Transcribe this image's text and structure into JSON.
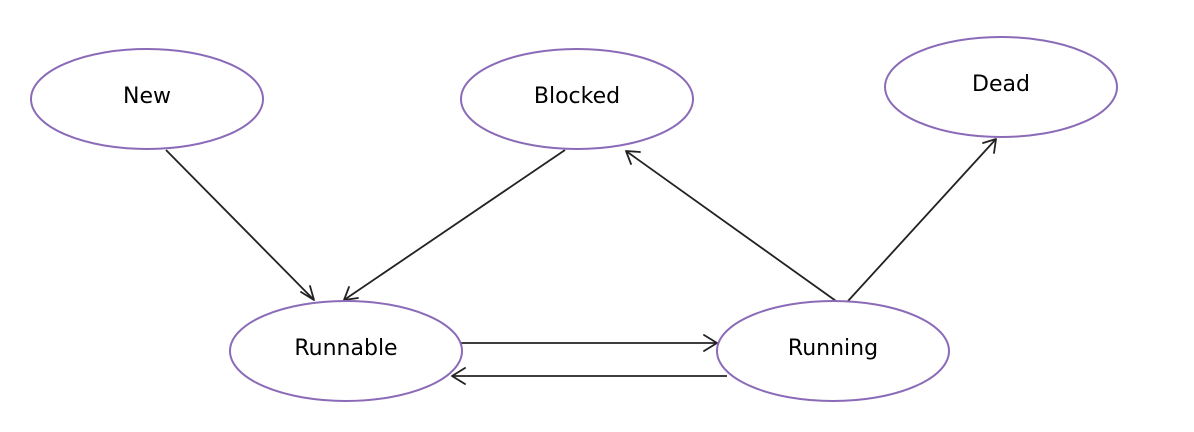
{
  "diagram": {
    "nodes": {
      "new": "New",
      "blocked": "Blocked",
      "dead": "Dead",
      "runnable": "Runnable",
      "running": "Running"
    },
    "edges": [
      {
        "from": "New",
        "to": "Runnable"
      },
      {
        "from": "Blocked",
        "to": "Runnable"
      },
      {
        "from": "Runnable",
        "to": "Running"
      },
      {
        "from": "Running",
        "to": "Runnable"
      },
      {
        "from": "Running",
        "to": "Blocked"
      },
      {
        "from": "Running",
        "to": "Dead"
      }
    ],
    "colors": {
      "node_border": "#8b6bb8",
      "edge": "#222222",
      "text": "#000000"
    }
  }
}
